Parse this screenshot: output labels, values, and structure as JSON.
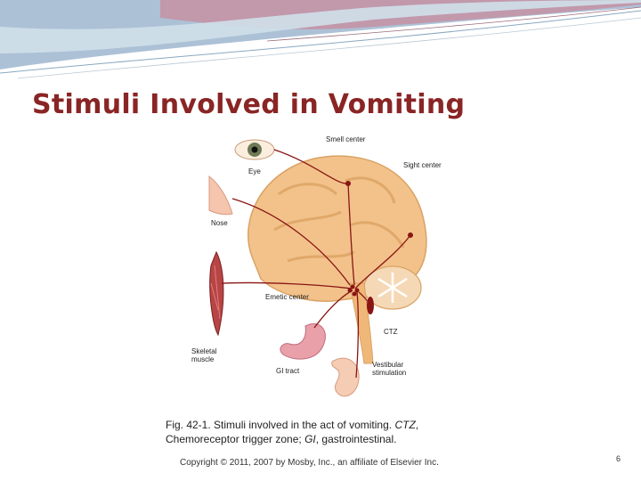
{
  "slide": {
    "title": "Stimuli Involved in Vomiting",
    "page_number": "6"
  },
  "figure": {
    "labels": {
      "smell_center": "Smell center",
      "eye": "Eye",
      "sight_center": "Sight center",
      "nose": "Nose",
      "emetic_center": "Emetic center",
      "ctz": "CTZ",
      "skeletal_muscle_line1": "Skeletal",
      "skeletal_muscle_line2": "muscle",
      "gi_tract": "GI tract",
      "vestibular_line1": "Vestibular",
      "vestibular_line2": "stimulation"
    }
  },
  "caption": {
    "part1": "Fig. 42-1. Stimuli involved in the act of vomiting. ",
    "ctz_abbr": "CTZ",
    "part2": ", Chemoreceptor trigger zone; ",
    "gi_abbr": "GI",
    "part3": ", gastrointestinal."
  },
  "copyright": "Copyright © 2011, 2007 by Mosby, Inc., an affiliate of Elsevier Inc."
}
